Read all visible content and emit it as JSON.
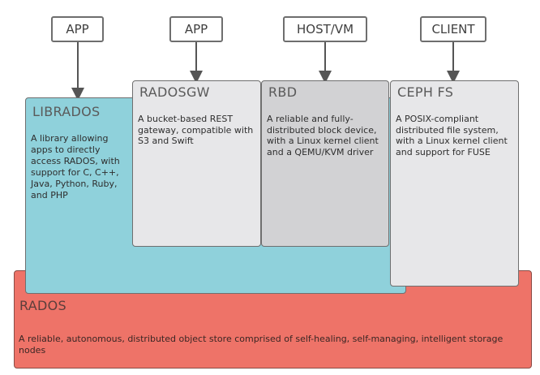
{
  "top_boxes": [
    "APP",
    "APP",
    "HOST/VM",
    "CLIENT"
  ],
  "librados": {
    "title": "LIBRADOS",
    "description": "A library allowing apps to directly access RADOS, with support for C, C++, Java, Python, Ruby, and PHP"
  },
  "radosgw": {
    "title": "RADOSGW",
    "description": "A bucket-based REST gateway, compatible with S3 and Swift"
  },
  "rbd": {
    "title": "RBD",
    "description": "A reliable and fully-distributed block device, with a Linux kernel client and a QEMU/KVM driver"
  },
  "cephfs": {
    "title": "CEPH FS",
    "description": "A POSIX-compliant distributed file system, with a Linux kernel client and support for FUSE"
  },
  "rados": {
    "title": "RADOS",
    "description": "A reliable, autonomous, distributed object store comprised of self-healing, self-managing, intelligent storage nodes"
  },
  "colors": {
    "librados": "#8fd1db",
    "light_gray": "#e7e7e9",
    "rbd_gray": "#d2d2d4",
    "rados_red": "#ee7368",
    "arrow": "#555555"
  }
}
